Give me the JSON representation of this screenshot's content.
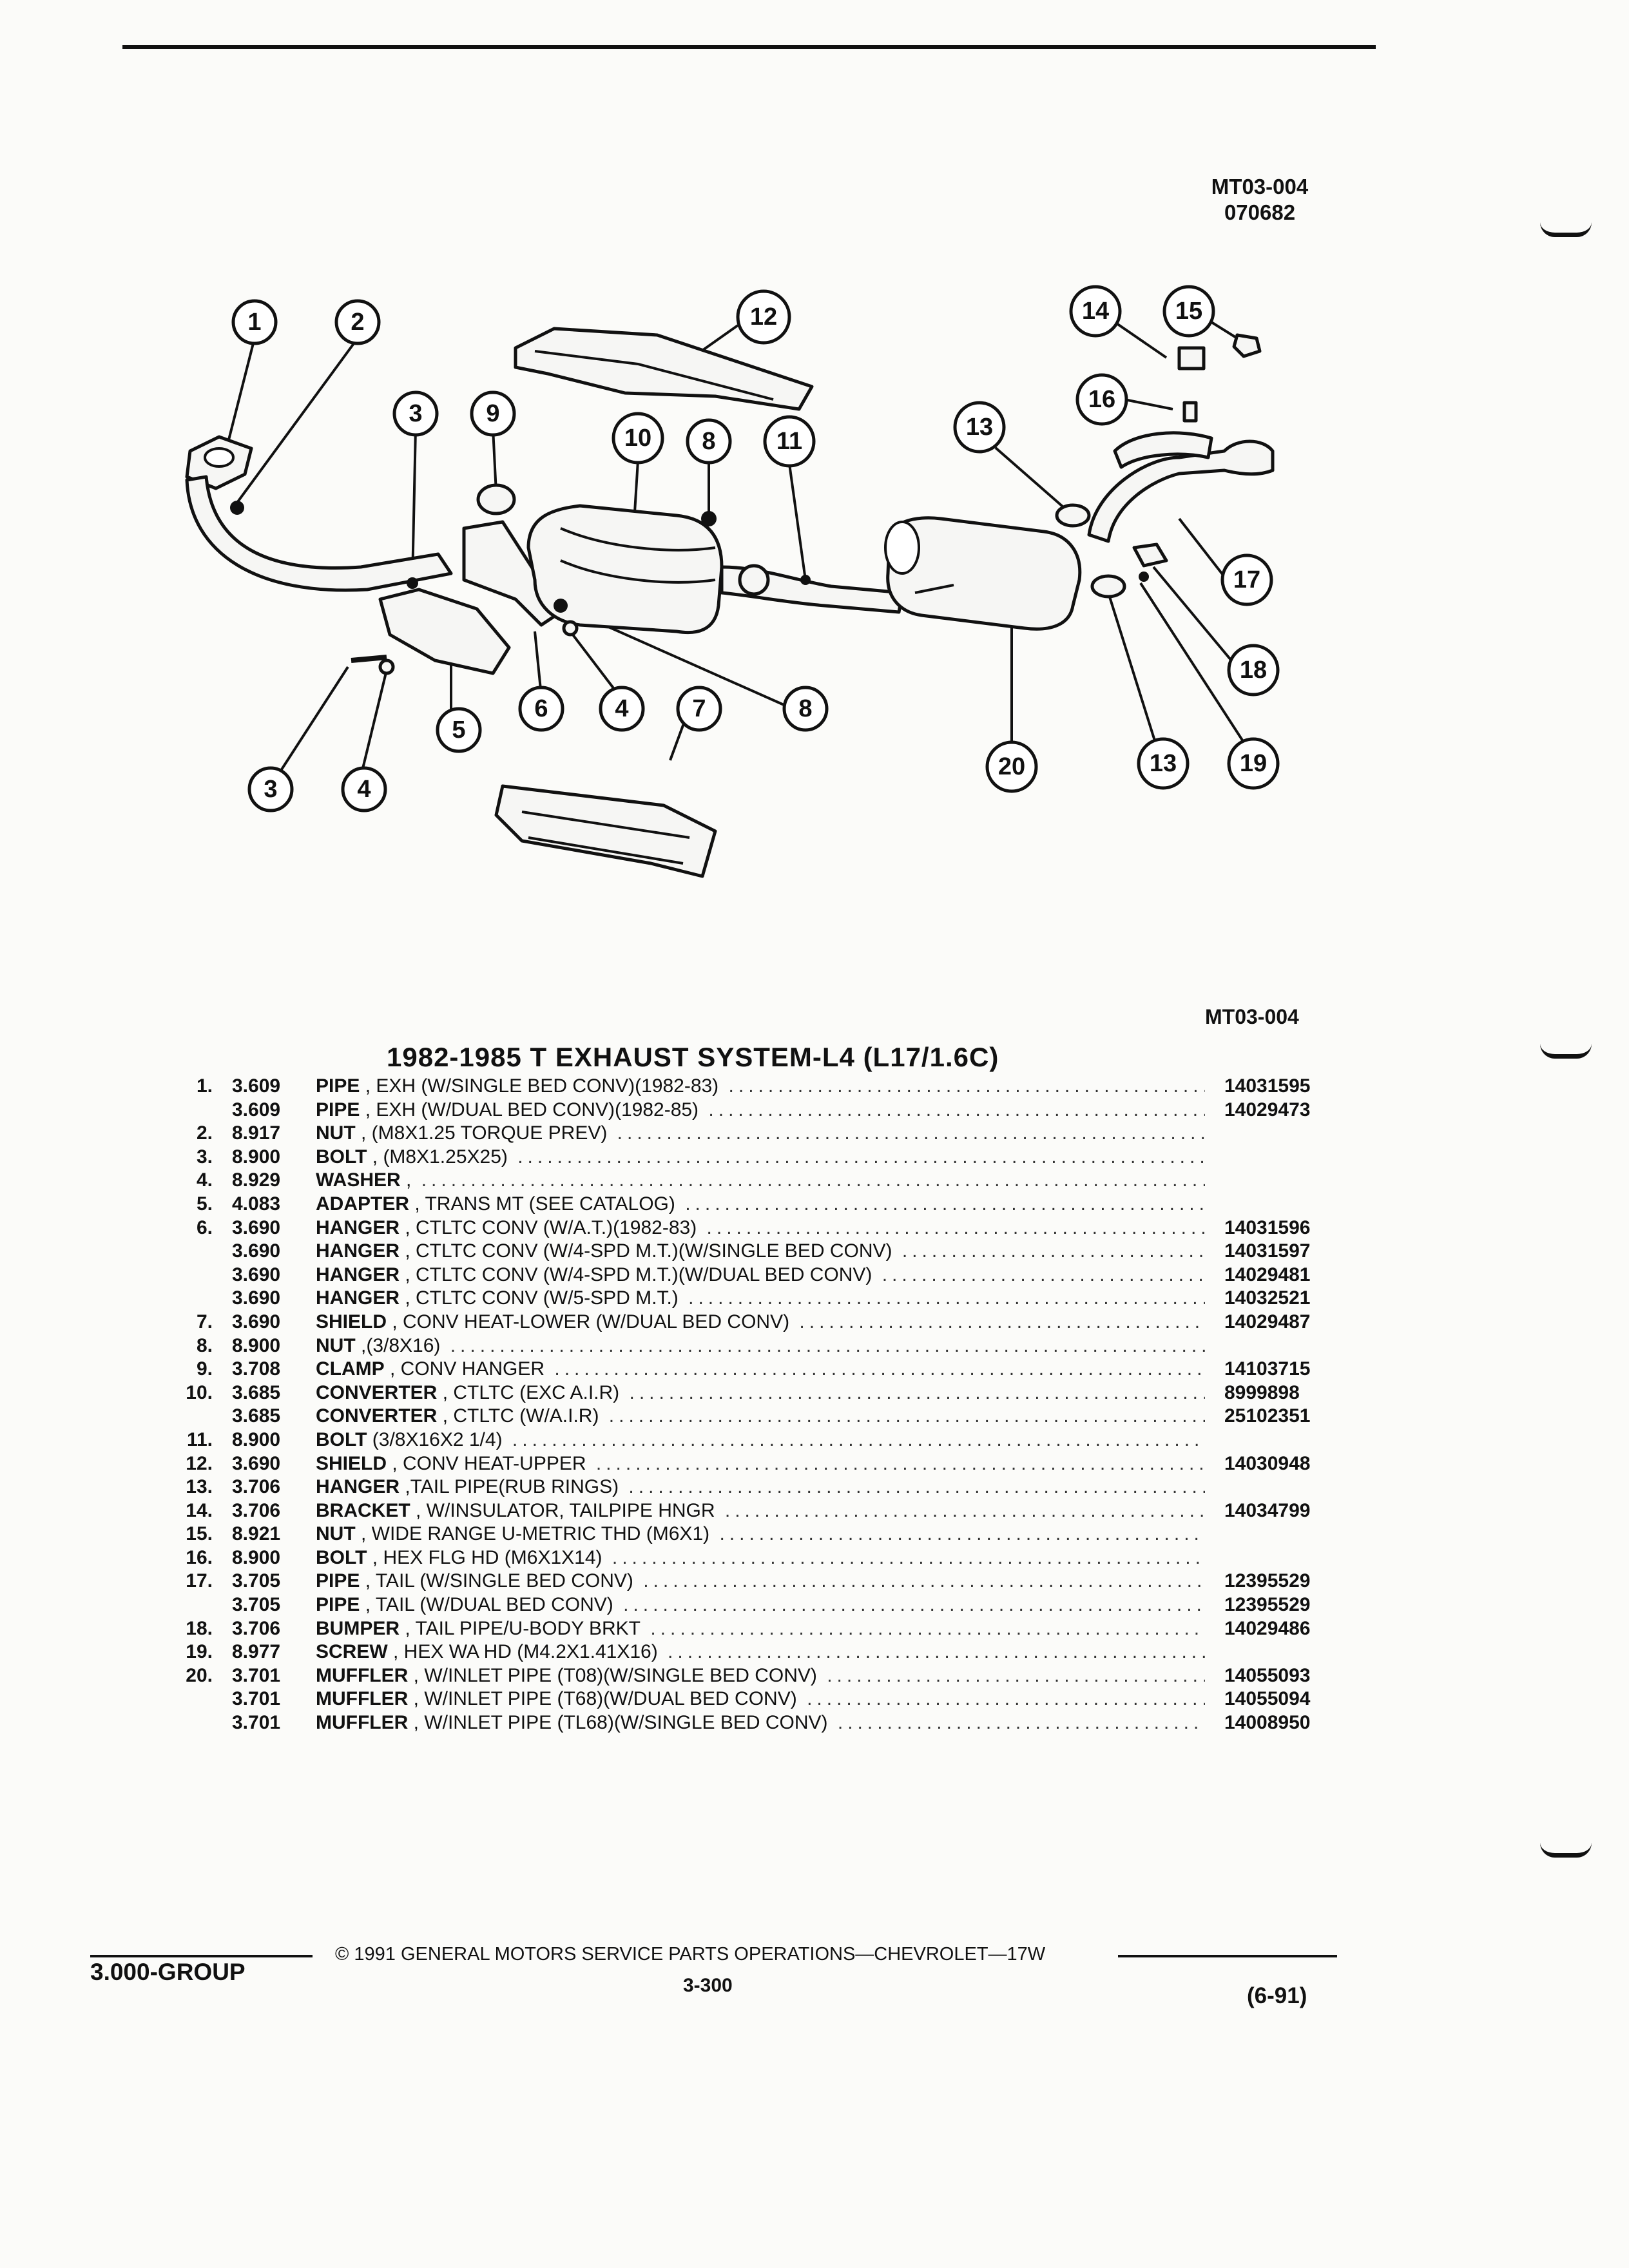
{
  "header": {
    "ref_code": "MT03-004",
    "ref_date": "070682"
  },
  "diagram": {
    "callouts": [
      "1",
      "2",
      "3",
      "9",
      "12",
      "10",
      "8",
      "11",
      "13",
      "14",
      "15",
      "16",
      "17",
      "18",
      "19",
      "20",
      "13",
      "6",
      "4",
      "7",
      "8",
      "5",
      "3",
      "4"
    ]
  },
  "figure_ref": "MT03-004",
  "title": "1982-1985 T EXHAUST SYSTEM-L4 (L17/1.6C)",
  "parts": [
    {
      "num": "1.",
      "code": "3.609",
      "name": "PIPE",
      "desc": " , EXH (W/SINGLE BED CONV)(1982-83)",
      "pn": "14031595"
    },
    {
      "num": "",
      "code": "3.609",
      "name": "PIPE",
      "desc": " , EXH (W/DUAL BED CONV)(1982-85)",
      "pn": "14029473"
    },
    {
      "num": "2.",
      "code": "8.917",
      "name": "NUT",
      "desc": " , (M8X1.25 TORQUE PREV)",
      "pn": ""
    },
    {
      "num": "3.",
      "code": "8.900",
      "name": "BOLT",
      "desc": " , (M8X1.25X25)",
      "pn": ""
    },
    {
      "num": "4.",
      "code": "8.929",
      "name": "WASHER",
      "desc": " ,",
      "pn": ""
    },
    {
      "num": "5.",
      "code": "4.083",
      "name": "ADAPTER",
      "desc": " , TRANS MT (SEE CATALOG)",
      "pn": ""
    },
    {
      "num": "6.",
      "code": "3.690",
      "name": "HANGER",
      "desc": " , CTLTC CONV (W/A.T.)(1982-83)",
      "pn": "14031596"
    },
    {
      "num": "",
      "code": "3.690",
      "name": "HANGER",
      "desc": " , CTLTC CONV (W/4-SPD M.T.)(W/SINGLE BED CONV)",
      "pn": "14031597"
    },
    {
      "num": "",
      "code": "3.690",
      "name": "HANGER",
      "desc": " , CTLTC CONV (W/4-SPD M.T.)(W/DUAL BED CONV)",
      "pn": "14029481"
    },
    {
      "num": "",
      "code": "3.690",
      "name": "HANGER",
      "desc": " , CTLTC CONV (W/5-SPD M.T.)",
      "pn": "14032521"
    },
    {
      "num": "7.",
      "code": "3.690",
      "name": "SHIELD",
      "desc": " , CONV HEAT-LOWER (W/DUAL BED CONV)",
      "pn": "14029487"
    },
    {
      "num": "8.",
      "code": "8.900",
      "name": "NUT",
      "desc": " ,(3/8X16)",
      "pn": ""
    },
    {
      "num": "9.",
      "code": "3.708",
      "name": "CLAMP",
      "desc": " , CONV HANGER",
      "pn": "14103715"
    },
    {
      "num": "10.",
      "code": "3.685",
      "name": "CONVERTER",
      "desc": " , CTLTC (EXC A.I.R)",
      "pn": "8999898"
    },
    {
      "num": "",
      "code": "3.685",
      "name": "CONVERTER",
      "desc": " , CTLTC (W/A.I.R)",
      "pn": "25102351"
    },
    {
      "num": "11.",
      "code": "8.900",
      "name": "BOLT",
      "desc": " (3/8X16X2 1/4)",
      "pn": ""
    },
    {
      "num": "12.",
      "code": "3.690",
      "name": "SHIELD",
      "desc": " , CONV HEAT-UPPER",
      "pn": "14030948"
    },
    {
      "num": "13.",
      "code": "3.706",
      "name": "HANGER",
      "desc": " ,TAIL PIPE(RUB RINGS)",
      "pn": ""
    },
    {
      "num": "14.",
      "code": "3.706",
      "name": "BRACKET",
      "desc": " , W/INSULATOR, TAILPIPE HNGR",
      "pn": "14034799"
    },
    {
      "num": "15.",
      "code": "8.921",
      "name": "NUT",
      "desc": " , WIDE RANGE U-METRIC THD (M6X1)",
      "pn": ""
    },
    {
      "num": "16.",
      "code": "8.900",
      "name": "BOLT",
      "desc": " , HEX FLG HD (M6X1X14)",
      "pn": ""
    },
    {
      "num": "17.",
      "code": "3.705",
      "name": "PIPE",
      "desc": " , TAIL (W/SINGLE BED CONV)",
      "pn": "12395529"
    },
    {
      "num": "",
      "code": "3.705",
      "name": "PIPE",
      "desc": " , TAIL (W/DUAL BED CONV)",
      "pn": "12395529"
    },
    {
      "num": "18.",
      "code": "3.706",
      "name": "BUMPER",
      "desc": " , TAIL PIPE/U-BODY BRKT",
      "pn": "14029486"
    },
    {
      "num": "19.",
      "code": "8.977",
      "name": "SCREW",
      "desc": " , HEX WA HD (M4.2X1.41X16)",
      "pn": ""
    },
    {
      "num": "20.",
      "code": "3.701",
      "name": "MUFFLER",
      "desc": " , W/INLET PIPE (T08)(W/SINGLE BED CONV)",
      "pn": "14055093"
    },
    {
      "num": "",
      "code": "3.701",
      "name": "MUFFLER",
      "desc": " , W/INLET PIPE (T68)(W/DUAL BED CONV)",
      "pn": "14055094"
    },
    {
      "num": "",
      "code": "3.701",
      "name": "MUFFLER",
      "desc": " , W/INLET PIPE (TL68)(W/SINGLE BED CONV)",
      "pn": "14008950"
    }
  ],
  "footer": {
    "copyright": "© 1991 GENERAL MOTORS SERVICE PARTS OPERATIONS—CHEVROLET—17W",
    "group": "3.000-GROUP",
    "page": "3-300",
    "date": "(6-91)"
  }
}
